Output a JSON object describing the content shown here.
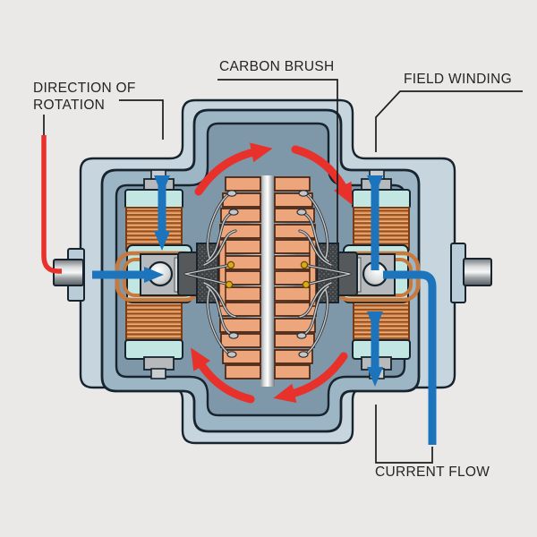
{
  "diagram": {
    "subject": "dc-electric-motor-cutaway",
    "labels": {
      "direction_of_rotation": "DIRECTION OF ROTATION",
      "carbon_brush": "CARBON BRUSH",
      "field_winding": "FIELD WINDING",
      "current_flow": "CURRENT FLOW"
    },
    "arrows": {
      "rotation": {
        "color": "#e8312a",
        "direction": "clockwise",
        "count": 4
      },
      "current": {
        "color": "#1c75bc",
        "count": 6
      }
    },
    "colors": {
      "background": "#eae9e7",
      "housing_back_panel": "#c7d5de",
      "housing_front": "#9db6c6",
      "housing_cavity": "#7e97a9",
      "outline": "#17242e",
      "pole_cap_mint": "#c2e6e1",
      "coil_copper": "#cf8146",
      "copper_wire_loop": "#c87a3e",
      "armature_segment": "#eda57c",
      "armature_outline": "#4a2410",
      "brush_carbon": "#3f4346",
      "brush_holder": "#55595c",
      "metal_gray": "#b6babc",
      "gold_contact": "#d8ab1c",
      "label_text": "#242424"
    },
    "parts": [
      "back panel",
      "front housing",
      "cavity",
      "left field winding",
      "right field winding",
      "pole caps",
      "carbon brushes",
      "commutator risers",
      "armature segments",
      "shaft",
      "bearings",
      "rotation arrows",
      "current flow arrows",
      "leader lines"
    ]
  }
}
